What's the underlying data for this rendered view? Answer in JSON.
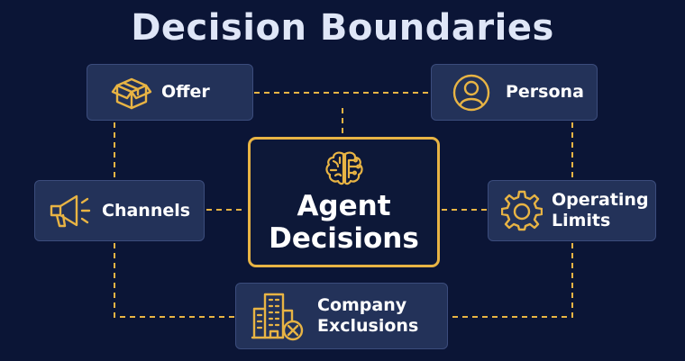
{
  "title": "Decision Boundaries",
  "colors": {
    "background": "#0b1536",
    "box_fill": "#233259",
    "box_border": "#3b4c7c",
    "accent": "#e8b444",
    "text": "#ffffff"
  },
  "center": {
    "line1": "Agent",
    "line2": "Decisions",
    "icon": "brain-icon"
  },
  "nodes": {
    "offer": {
      "label": "Offer",
      "icon": "box-icon"
    },
    "persona": {
      "label": "Persona",
      "icon": "person-icon"
    },
    "channels": {
      "label": "Channels",
      "icon": "megaphone-icon"
    },
    "operating_limits": {
      "line1": "Operating",
      "line2": "Limits",
      "icon": "gear-icon"
    },
    "company_exclusions": {
      "line1": "Company",
      "line2": "Exclusions",
      "icon": "building-exclusion-icon"
    }
  }
}
